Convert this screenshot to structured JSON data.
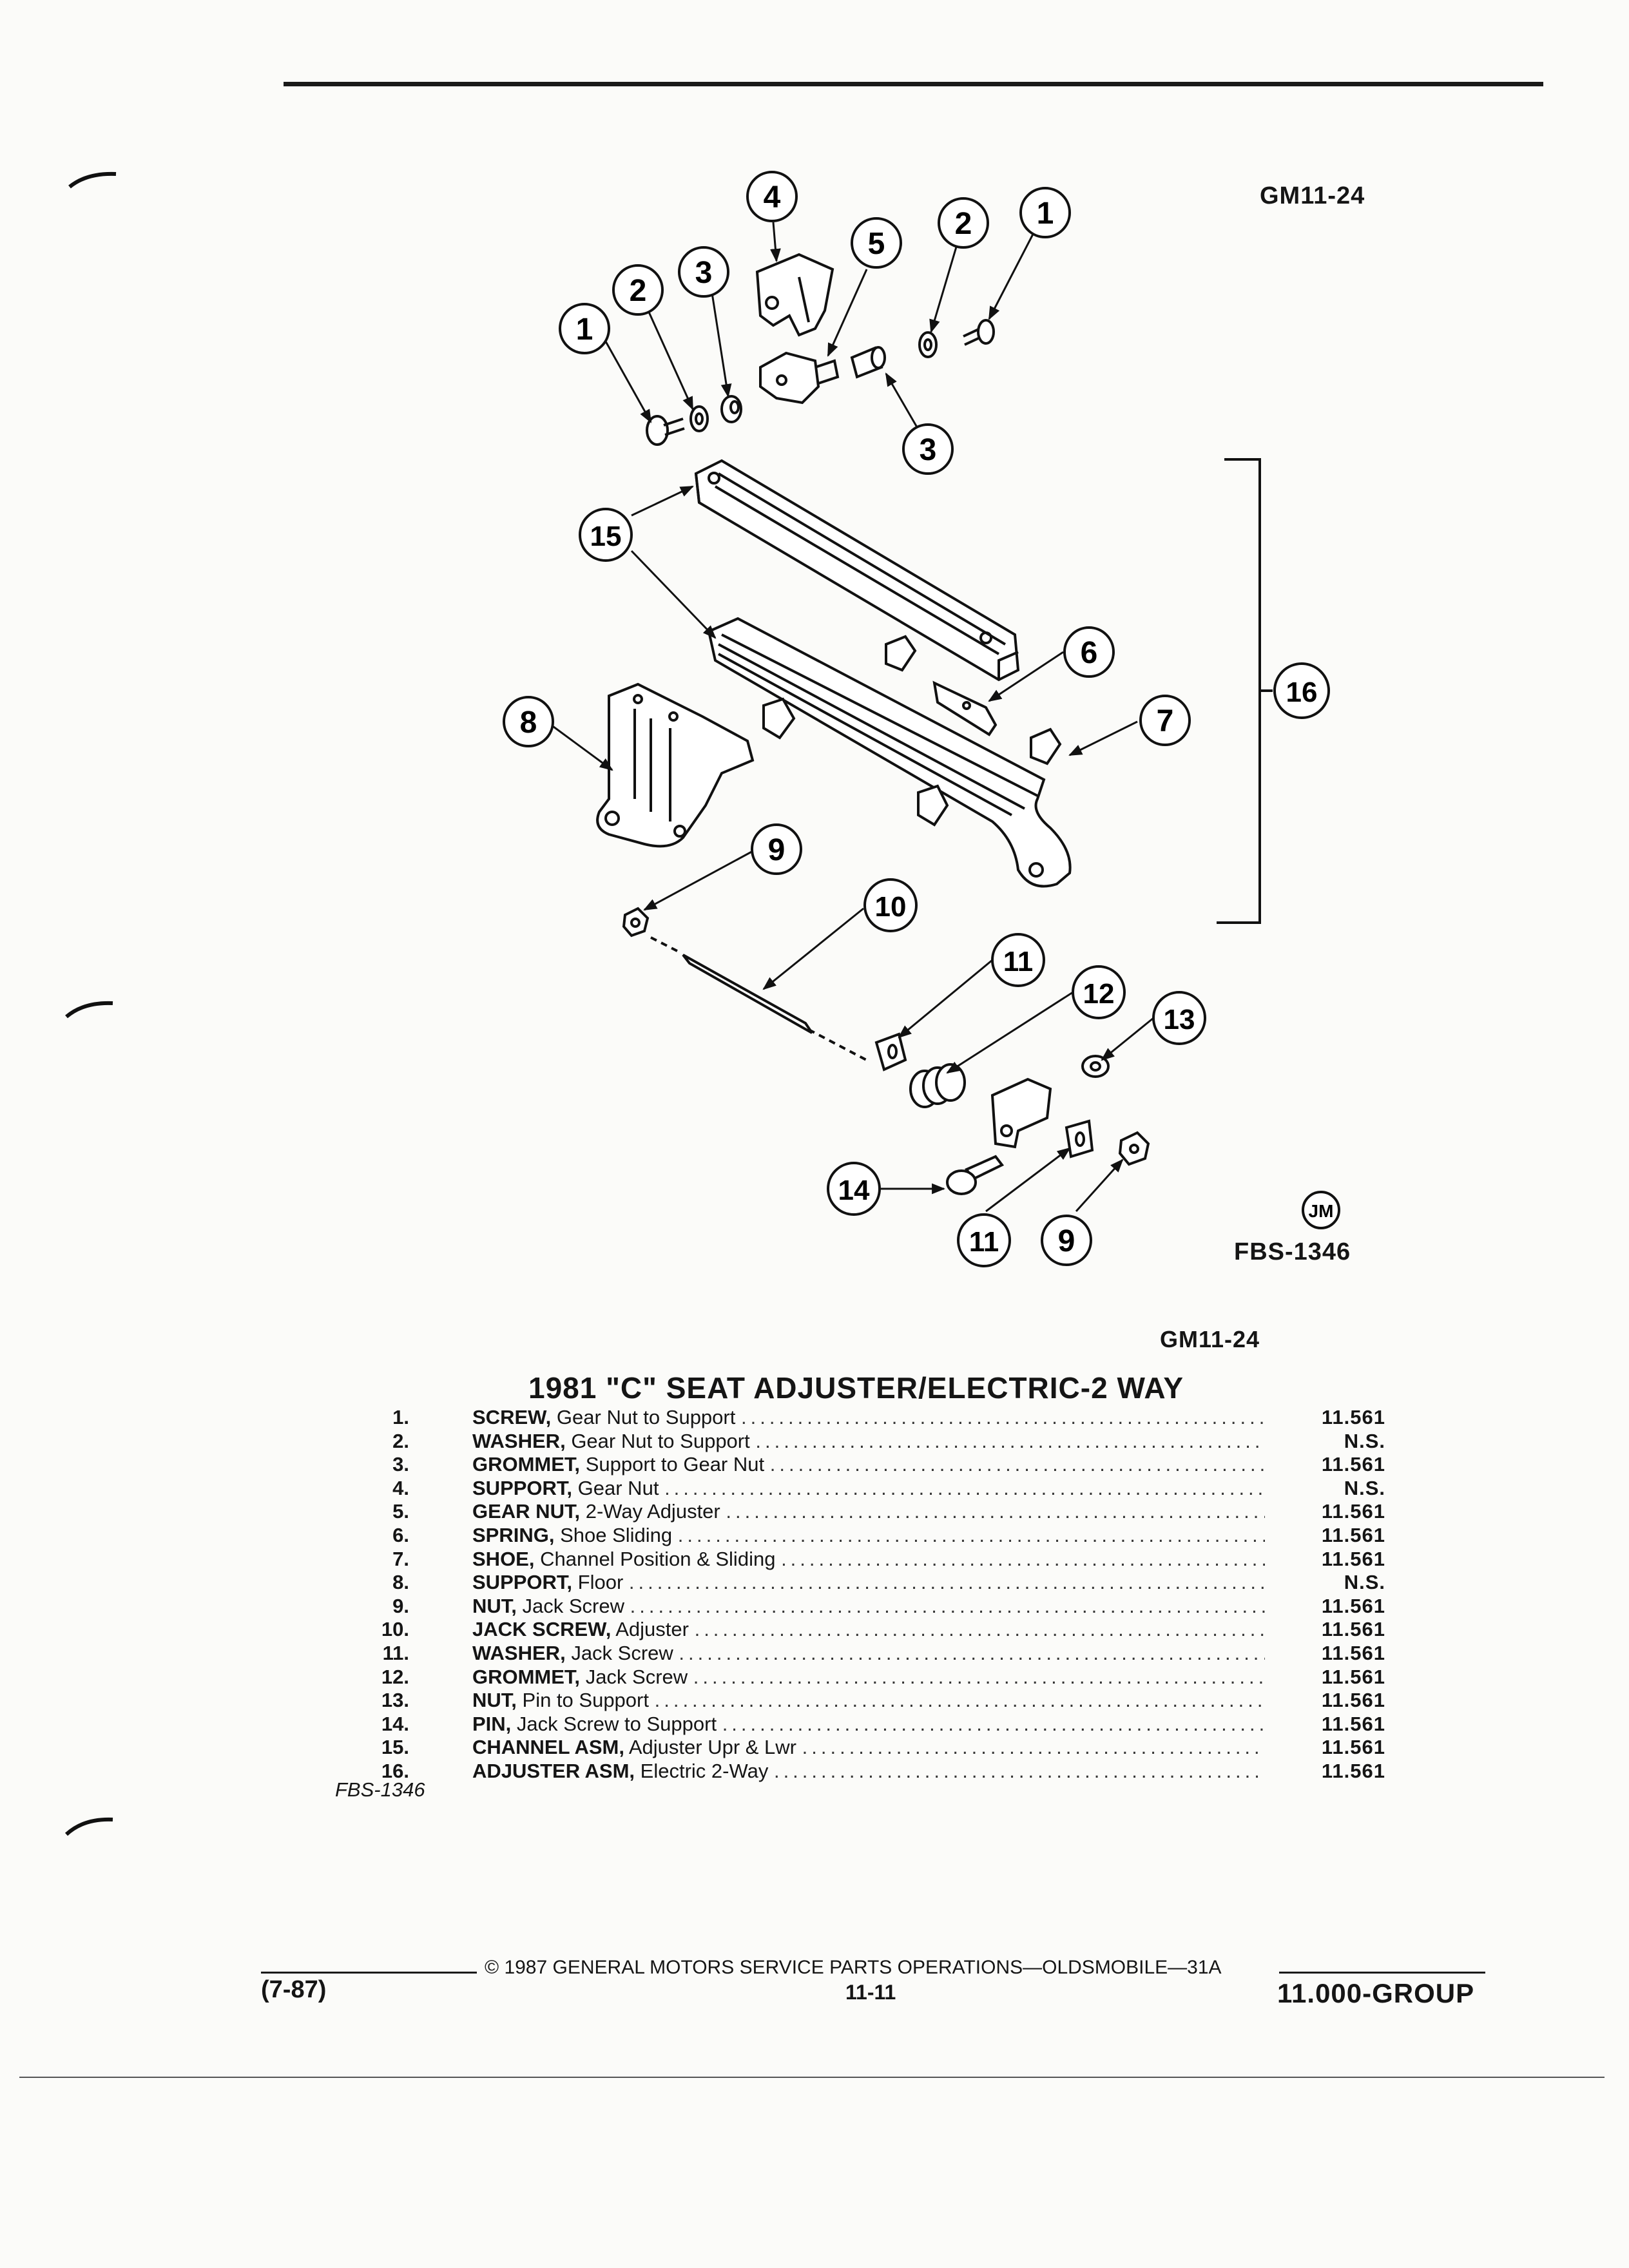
{
  "header": {
    "figure_code_top": "GM11-24"
  },
  "diagram": {
    "callouts": [
      "1",
      "2",
      "3",
      "4",
      "5",
      "2",
      "1",
      "3",
      "15",
      "6",
      "16",
      "8",
      "7",
      "9",
      "10",
      "11",
      "12",
      "13",
      "14",
      "11",
      "9"
    ],
    "jm_badge": "JM",
    "figure_code": "FBS-1346"
  },
  "table": {
    "section_code": "GM11-24",
    "title": "1981 \"C\" SEAT ADJUSTER/ELECTRIC-2 WAY",
    "rows": [
      {
        "num": "1.",
        "name": "SCREW,",
        "desc": "Gear Nut to Support",
        "code": "11.561"
      },
      {
        "num": "2.",
        "name": "WASHER,",
        "desc": "Gear Nut to Support",
        "code": "N.S."
      },
      {
        "num": "3.",
        "name": "GROMMET,",
        "desc": "Support to Gear Nut",
        "code": "11.561"
      },
      {
        "num": "4.",
        "name": "SUPPORT,",
        "desc": "Gear Nut",
        "code": "N.S."
      },
      {
        "num": "5.",
        "name": "GEAR NUT,",
        "desc": "2-Way Adjuster",
        "code": "11.561"
      },
      {
        "num": "6.",
        "name": "SPRING,",
        "desc": "Shoe Sliding",
        "code": "11.561"
      },
      {
        "num": "7.",
        "name": "SHOE,",
        "desc": "Channel Position & Sliding",
        "code": "11.561"
      },
      {
        "num": "8.",
        "name": "SUPPORT,",
        "desc": "Floor",
        "code": "N.S."
      },
      {
        "num": "9.",
        "name": "NUT,",
        "desc": "Jack Screw",
        "code": "11.561"
      },
      {
        "num": "10.",
        "name": "JACK SCREW,",
        "desc": "Adjuster",
        "code": "11.561"
      },
      {
        "num": "11.",
        "name": "WASHER,",
        "desc": "Jack Screw",
        "code": "11.561"
      },
      {
        "num": "12.",
        "name": "GROMMET,",
        "desc": "Jack Screw",
        "code": "11.561"
      },
      {
        "num": "13.",
        "name": "NUT,",
        "desc": "Pin to Support",
        "code": "11.561"
      },
      {
        "num": "14.",
        "name": "PIN,",
        "desc": "Jack Screw to Support",
        "code": "11.561"
      },
      {
        "num": "15.",
        "name": "CHANNEL ASM,",
        "desc": "Adjuster Upr & Lwr",
        "code": "11.561"
      },
      {
        "num": "16.",
        "name": "ADJUSTER ASM,",
        "desc": "Electric 2-Way",
        "code": "11.561"
      }
    ],
    "figure_note": "FBS-1346"
  },
  "footer": {
    "date": "(7-87)",
    "copyright": "© 1987 GENERAL MOTORS SERVICE PARTS OPERATIONS—OLDSMOBILE—31A",
    "page": "11-11",
    "group": "11.000-GROUP"
  },
  "colors": {
    "ink": "#151515",
    "paper": "#fbfbf9"
  }
}
